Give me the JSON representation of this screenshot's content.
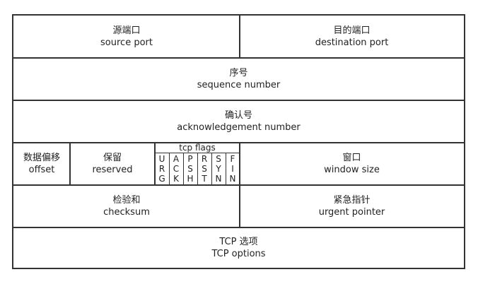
{
  "fields": {
    "source_port": {
      "zh": "源端口",
      "en": "source port"
    },
    "destination_port": {
      "zh": "目的端口",
      "en": "destination port"
    },
    "sequence_number": {
      "zh": "序号",
      "en": "sequence number"
    },
    "ack_number": {
      "zh": "确认号",
      "en": "acknowledgement number"
    },
    "offset": {
      "zh": "数据偏移",
      "en": "offset"
    },
    "reserved": {
      "zh": "保留",
      "en": "reserved"
    },
    "window_size": {
      "zh": "窗口",
      "en": "window size"
    },
    "checksum": {
      "zh": "检验和",
      "en": "checksum"
    },
    "urgent_pointer": {
      "zh": "紧急指针",
      "en": "urgent pointer"
    },
    "options": {
      "zh": "TCP 选项",
      "en": "TCP options"
    }
  },
  "tcp_flags": {
    "title": "tcp flags",
    "flags": [
      {
        "l1": "U",
        "l2": "R",
        "l3": "G"
      },
      {
        "l1": "A",
        "l2": "C",
        "l3": "K"
      },
      {
        "l1": "P",
        "l2": "S",
        "l3": "H"
      },
      {
        "l1": "R",
        "l2": "S",
        "l3": "T"
      },
      {
        "l1": "S",
        "l2": "Y",
        "l3": "N"
      },
      {
        "l1": "F",
        "l2": "I",
        "l3": "N"
      }
    ]
  }
}
